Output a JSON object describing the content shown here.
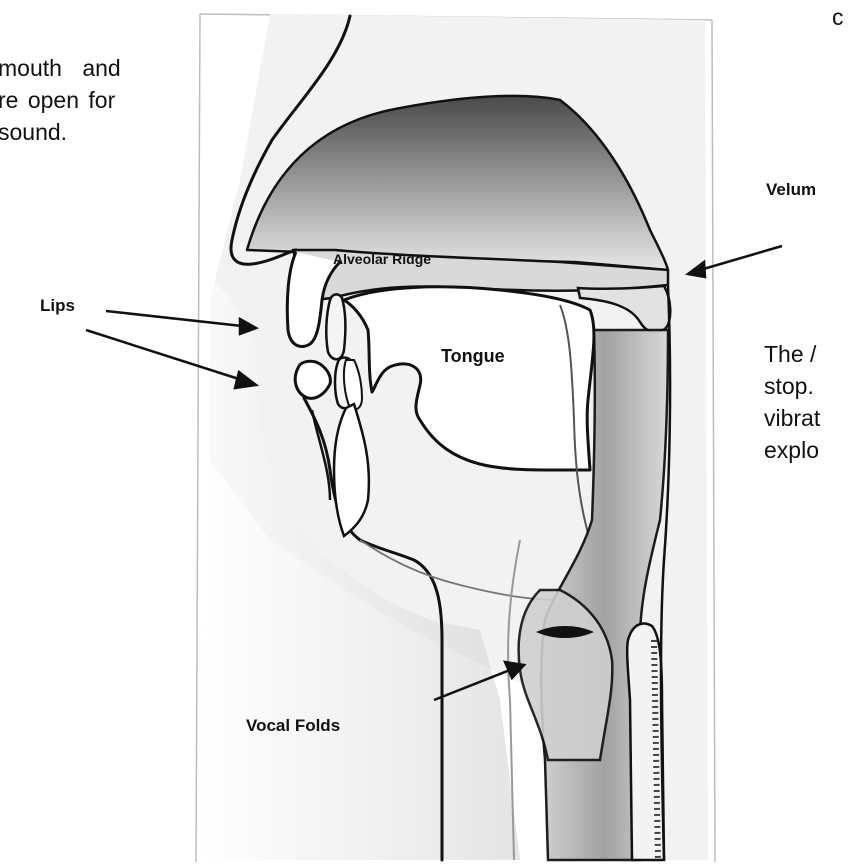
{
  "intro_text": {
    "line1": "mouth and",
    "line2": "re open for",
    "line3": "sound."
  },
  "top_fragment": "c",
  "description": {
    "line1": "The /",
    "line2": "stop.",
    "line3": "vibrat",
    "line4": "explo"
  },
  "labels": {
    "velum": "Velum",
    "lips": "Lips",
    "alveolar_ridge": "Alveolar Ridge",
    "tongue": "Tongue",
    "vocal_folds": "Vocal Folds"
  },
  "colors": {
    "ink": "#111111",
    "shade_dark": "#8c8c8c",
    "shade_light": "#d9d9d9",
    "background": "#ffffff"
  }
}
